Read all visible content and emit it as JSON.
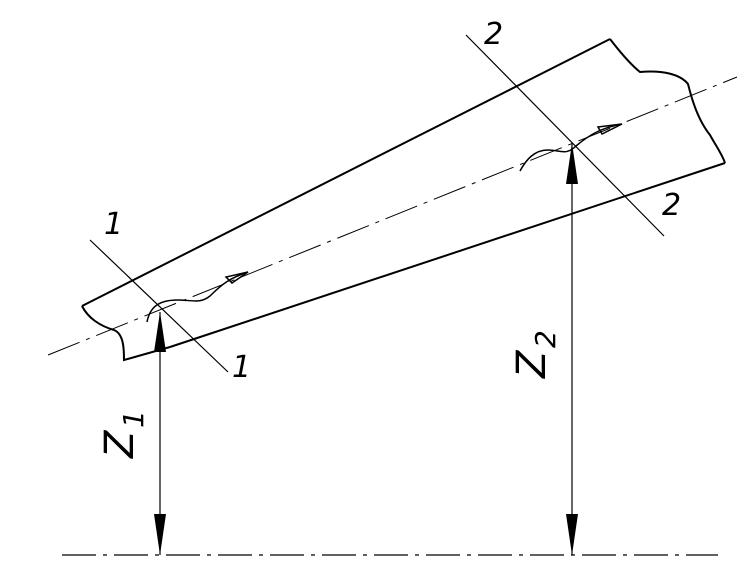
{
  "diagram": {
    "section_1": {
      "label_top": "1",
      "label_bottom": "1"
    },
    "section_2": {
      "label_top": "2",
      "label_bottom": "2"
    },
    "height_1": {
      "symbol": "Z",
      "subscript": "1"
    },
    "height_2": {
      "symbol": "Z",
      "subscript": "2"
    },
    "colors": {
      "stroke": "#000000",
      "background": "#ffffff"
    }
  }
}
